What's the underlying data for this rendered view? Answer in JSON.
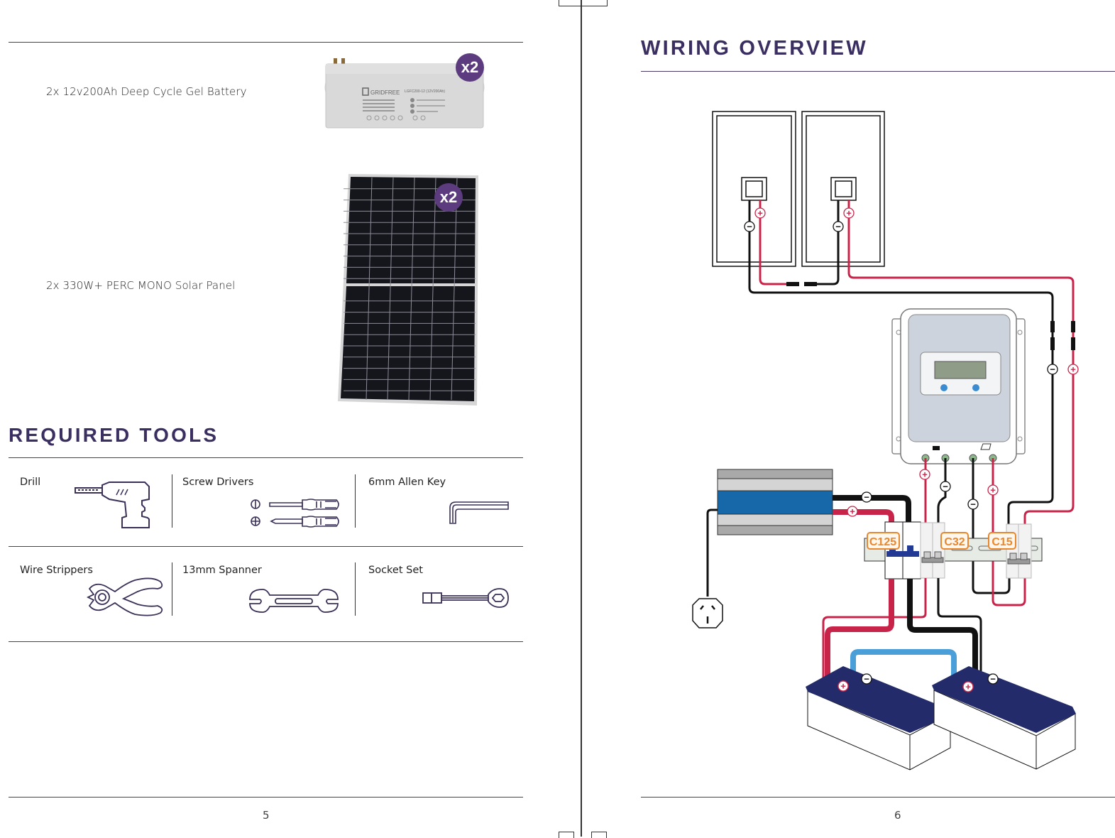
{
  "left_page": {
    "products": [
      {
        "label": "2x 12v200Ah Deep Cycle Gel Battery",
        "qty_badge": "x2",
        "image": "gel-battery",
        "brand_text": "GRIDFREE"
      },
      {
        "label": "2x 330W+ PERC MONO Solar Panel",
        "qty_badge": "x2",
        "image": "solar-panel"
      }
    ],
    "tools_heading": "REQUIRED TOOLS",
    "tools": [
      {
        "label": "Drill",
        "icon": "drill-icon"
      },
      {
        "label": "Screw Drivers",
        "icon": "screwdrivers-icon"
      },
      {
        "label": "6mm Allen Key",
        "icon": "allen-key-icon"
      },
      {
        "label": "Wire Strippers",
        "icon": "wire-strippers-icon"
      },
      {
        "label": "13mm Spanner",
        "icon": "spanner-icon"
      },
      {
        "label": "Socket Set",
        "icon": "socket-set-icon"
      }
    ],
    "page_number": "5"
  },
  "right_page": {
    "heading": "WIRING OVERVIEW",
    "breakers": [
      "C125",
      "C32",
      "C15"
    ],
    "polarity": {
      "positive": "+",
      "negative": "−"
    },
    "colors": {
      "positive_wire": "#c8244a",
      "negative_wire": "#111111",
      "battery_link": "#4a9fd8",
      "breaker_label": "#e8872d",
      "heading": "#3b2f62",
      "badge": "#5c3c7f"
    },
    "page_number": "6"
  }
}
